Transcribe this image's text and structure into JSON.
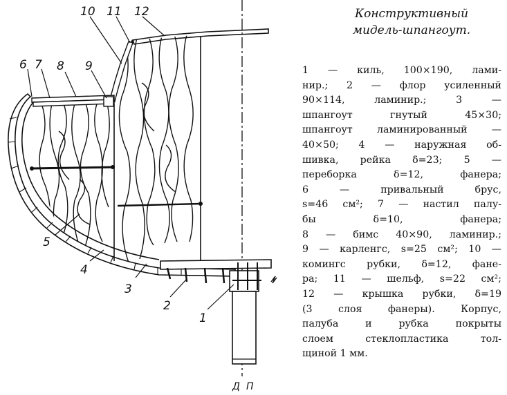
{
  "title": {
    "line1": "Конструктивный",
    "line2": "мидель-шпангоут."
  },
  "caption_lines": [
    "1 — киль, 100×190, лами-",
    "нир.; 2 — флор усиленный",
    "90×114, ламинир.; 3 —",
    "шпангоут гнутый 45×30;",
    "шпангоут ламинированный —",
    "40×50; 4 — наружная об-",
    "шивка, рейка δ=23; 5 —",
    "переборка δ=12, фанера;",
    "6 — привальный брус,",
    "s=46 см²; 7 — настил палу-",
    "бы δ=10, фанера;",
    "8 — бимс 40×90, ламинир.;",
    "9 — карленгс, s=25 см²; 10 —",
    "комингс рубки, δ=12, фане-",
    "ра; 11 — шельф, s=22 см²;",
    "12 — крышка рубки, δ=19",
    "(3 слоя фанеры). Корпус,",
    "палуба и рубка покрыты",
    "слоем стеклопластика тол-",
    "щиной 1 мм."
  ],
  "callouts": {
    "c1": "1",
    "c2": "2",
    "c3": "3",
    "c4": "4",
    "c5": "5",
    "c6": "6",
    "c7": "7",
    "c8": "8",
    "c9": "9",
    "c10": "10",
    "c11": "11",
    "c12": "12"
  },
  "centerline": {
    "label_left": "Д",
    "label_right": "П"
  }
}
